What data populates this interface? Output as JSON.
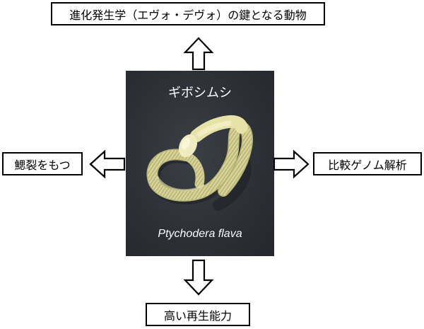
{
  "center": {
    "title": "ギボシムシ",
    "species": "Ptychodera flava"
  },
  "boxes": {
    "top": "進化発生学（エヴォ・デヴォ）の鍵となる動物",
    "left": "鰓裂をもつ",
    "right": "比較ゲノム解析",
    "bottom": "高い再生能力"
  }
}
